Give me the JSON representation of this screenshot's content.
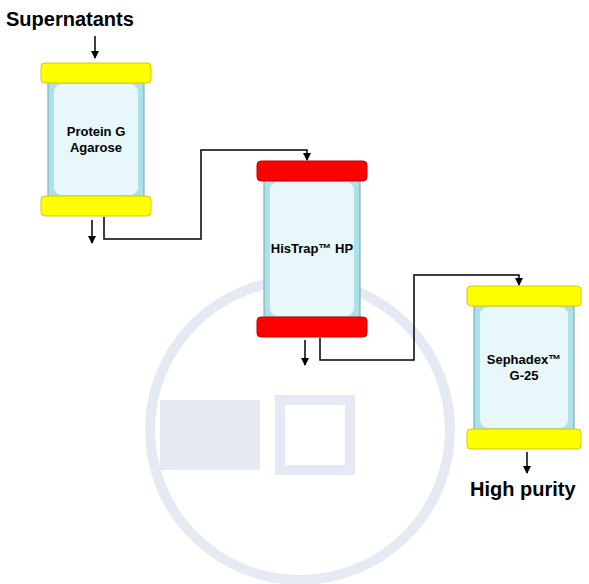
{
  "diagram": {
    "nodes": [
      {
        "text": [
          "Protein G Agarose"
        ]
      },
      {
        "text": [
          "HisTrap™ HP"
        ]
      },
      {
        "text": [
          "Sephadex™ G-25"
        ]
      }
    ],
    "edges": [
      {
        "from": 0,
        "to": 1,
        "arrow": "to"
      },
      {
        "from": 1,
        "to": 2,
        "arrow": "to"
      }
    ],
    "labels": [
      "Supernatants",
      "High purity"
    ]
  }
}
